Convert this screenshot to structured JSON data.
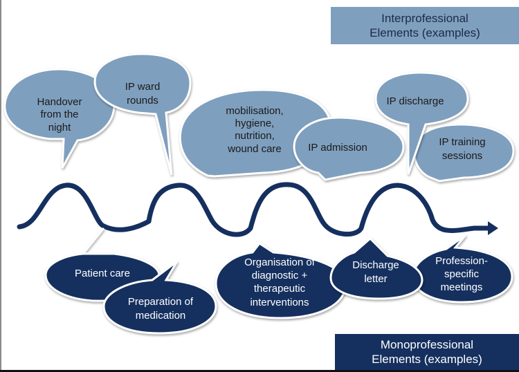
{
  "legend": {
    "interprofessional": [
      "Interprofessional",
      "Elements (examples)"
    ],
    "monoprofessional": [
      "Monoprofessional",
      "Elements (examples)"
    ]
  },
  "colors": {
    "interprofessional": "#7f9fbe",
    "monoprofessional": "#15305f",
    "flow_line": "#15305f"
  },
  "interprofessional_elements": [
    {
      "lines": [
        "Handover",
        "from the",
        "night"
      ]
    },
    {
      "lines": [
        "IP ward",
        "rounds"
      ]
    },
    {
      "lines": [
        "mobilisation,",
        "hygiene,",
        "nutrition,",
        "wound care"
      ]
    },
    {
      "lines": [
        "IP admission"
      ]
    },
    {
      "lines": [
        "IP discharge"
      ]
    },
    {
      "lines": [
        "IP training",
        "sessions"
      ]
    }
  ],
  "monoprofessional_elements": [
    {
      "lines": [
        "Patient care"
      ]
    },
    {
      "lines": [
        "Preparation of",
        "medication"
      ]
    },
    {
      "lines": [
        "Organisation of",
        "diagnostic +",
        "therapeutic",
        "interventions"
      ]
    },
    {
      "lines": [
        "Discharge",
        "letter"
      ]
    },
    {
      "lines": [
        "Profession-",
        "specific",
        "meetings"
      ]
    }
  ]
}
